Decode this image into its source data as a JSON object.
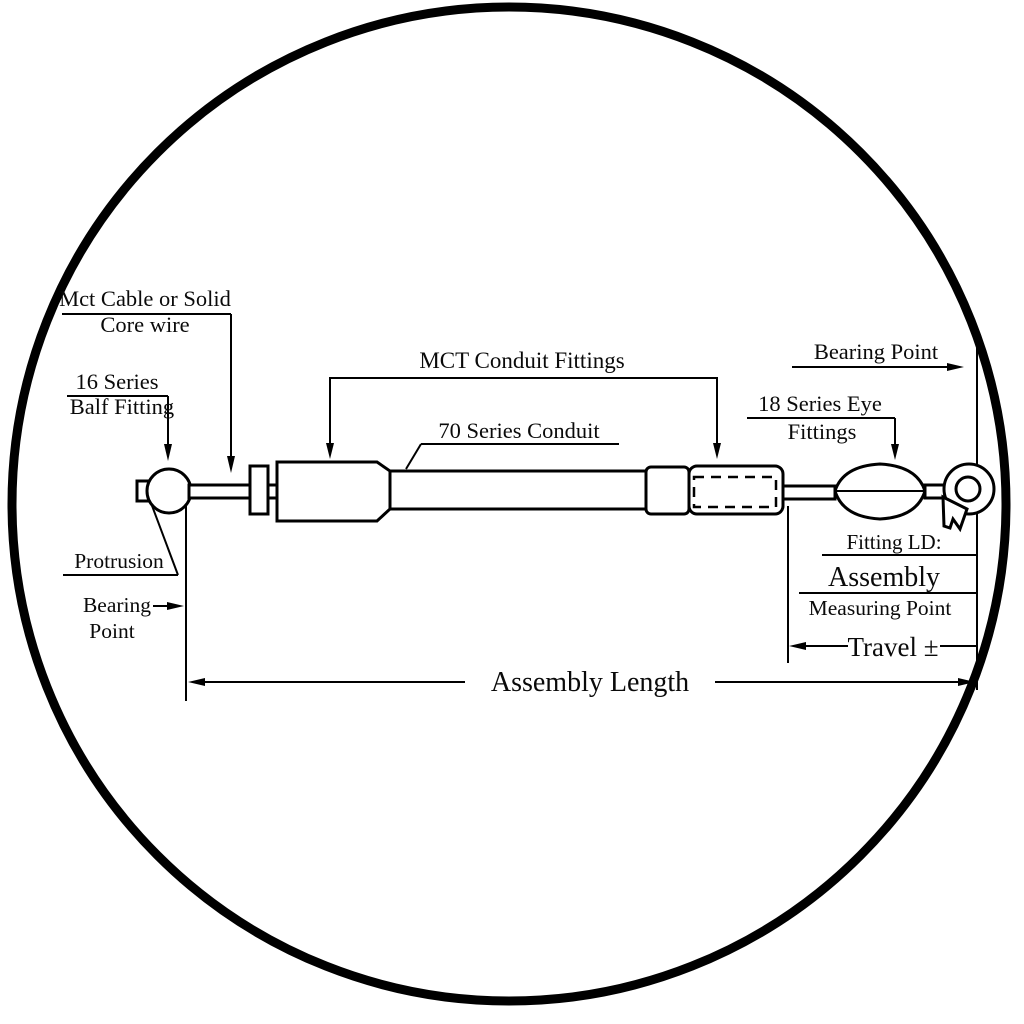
{
  "diagram": {
    "title_hint": "Cable assembly detail drawing inside circular bubble",
    "colors": {
      "line": "#000000",
      "background": "#ffffff"
    },
    "labels": {
      "cable": {
        "line1": "Mct Cable or Solid",
        "line2": "Core wire"
      },
      "ball_fitting": {
        "line1": "16 Series",
        "line2": "Balf Fitting"
      },
      "conduit_fittings": "MCT Conduit Fittings",
      "conduit": "70 Series Conduit",
      "bearing_point_right": "Bearing Point",
      "eye_fittings": {
        "line1": "18 Series Eye",
        "line2": "Fittings"
      },
      "fitting_id": "Fitting LD:",
      "assembly": "Assembly",
      "measuring_point": "Measuring Point",
      "travel": "Travel ±",
      "protrusion": "Protrusion",
      "bearing_point_left": {
        "line1": "Bearing",
        "line2": "Point"
      },
      "assembly_length": "Assembly Length"
    }
  }
}
